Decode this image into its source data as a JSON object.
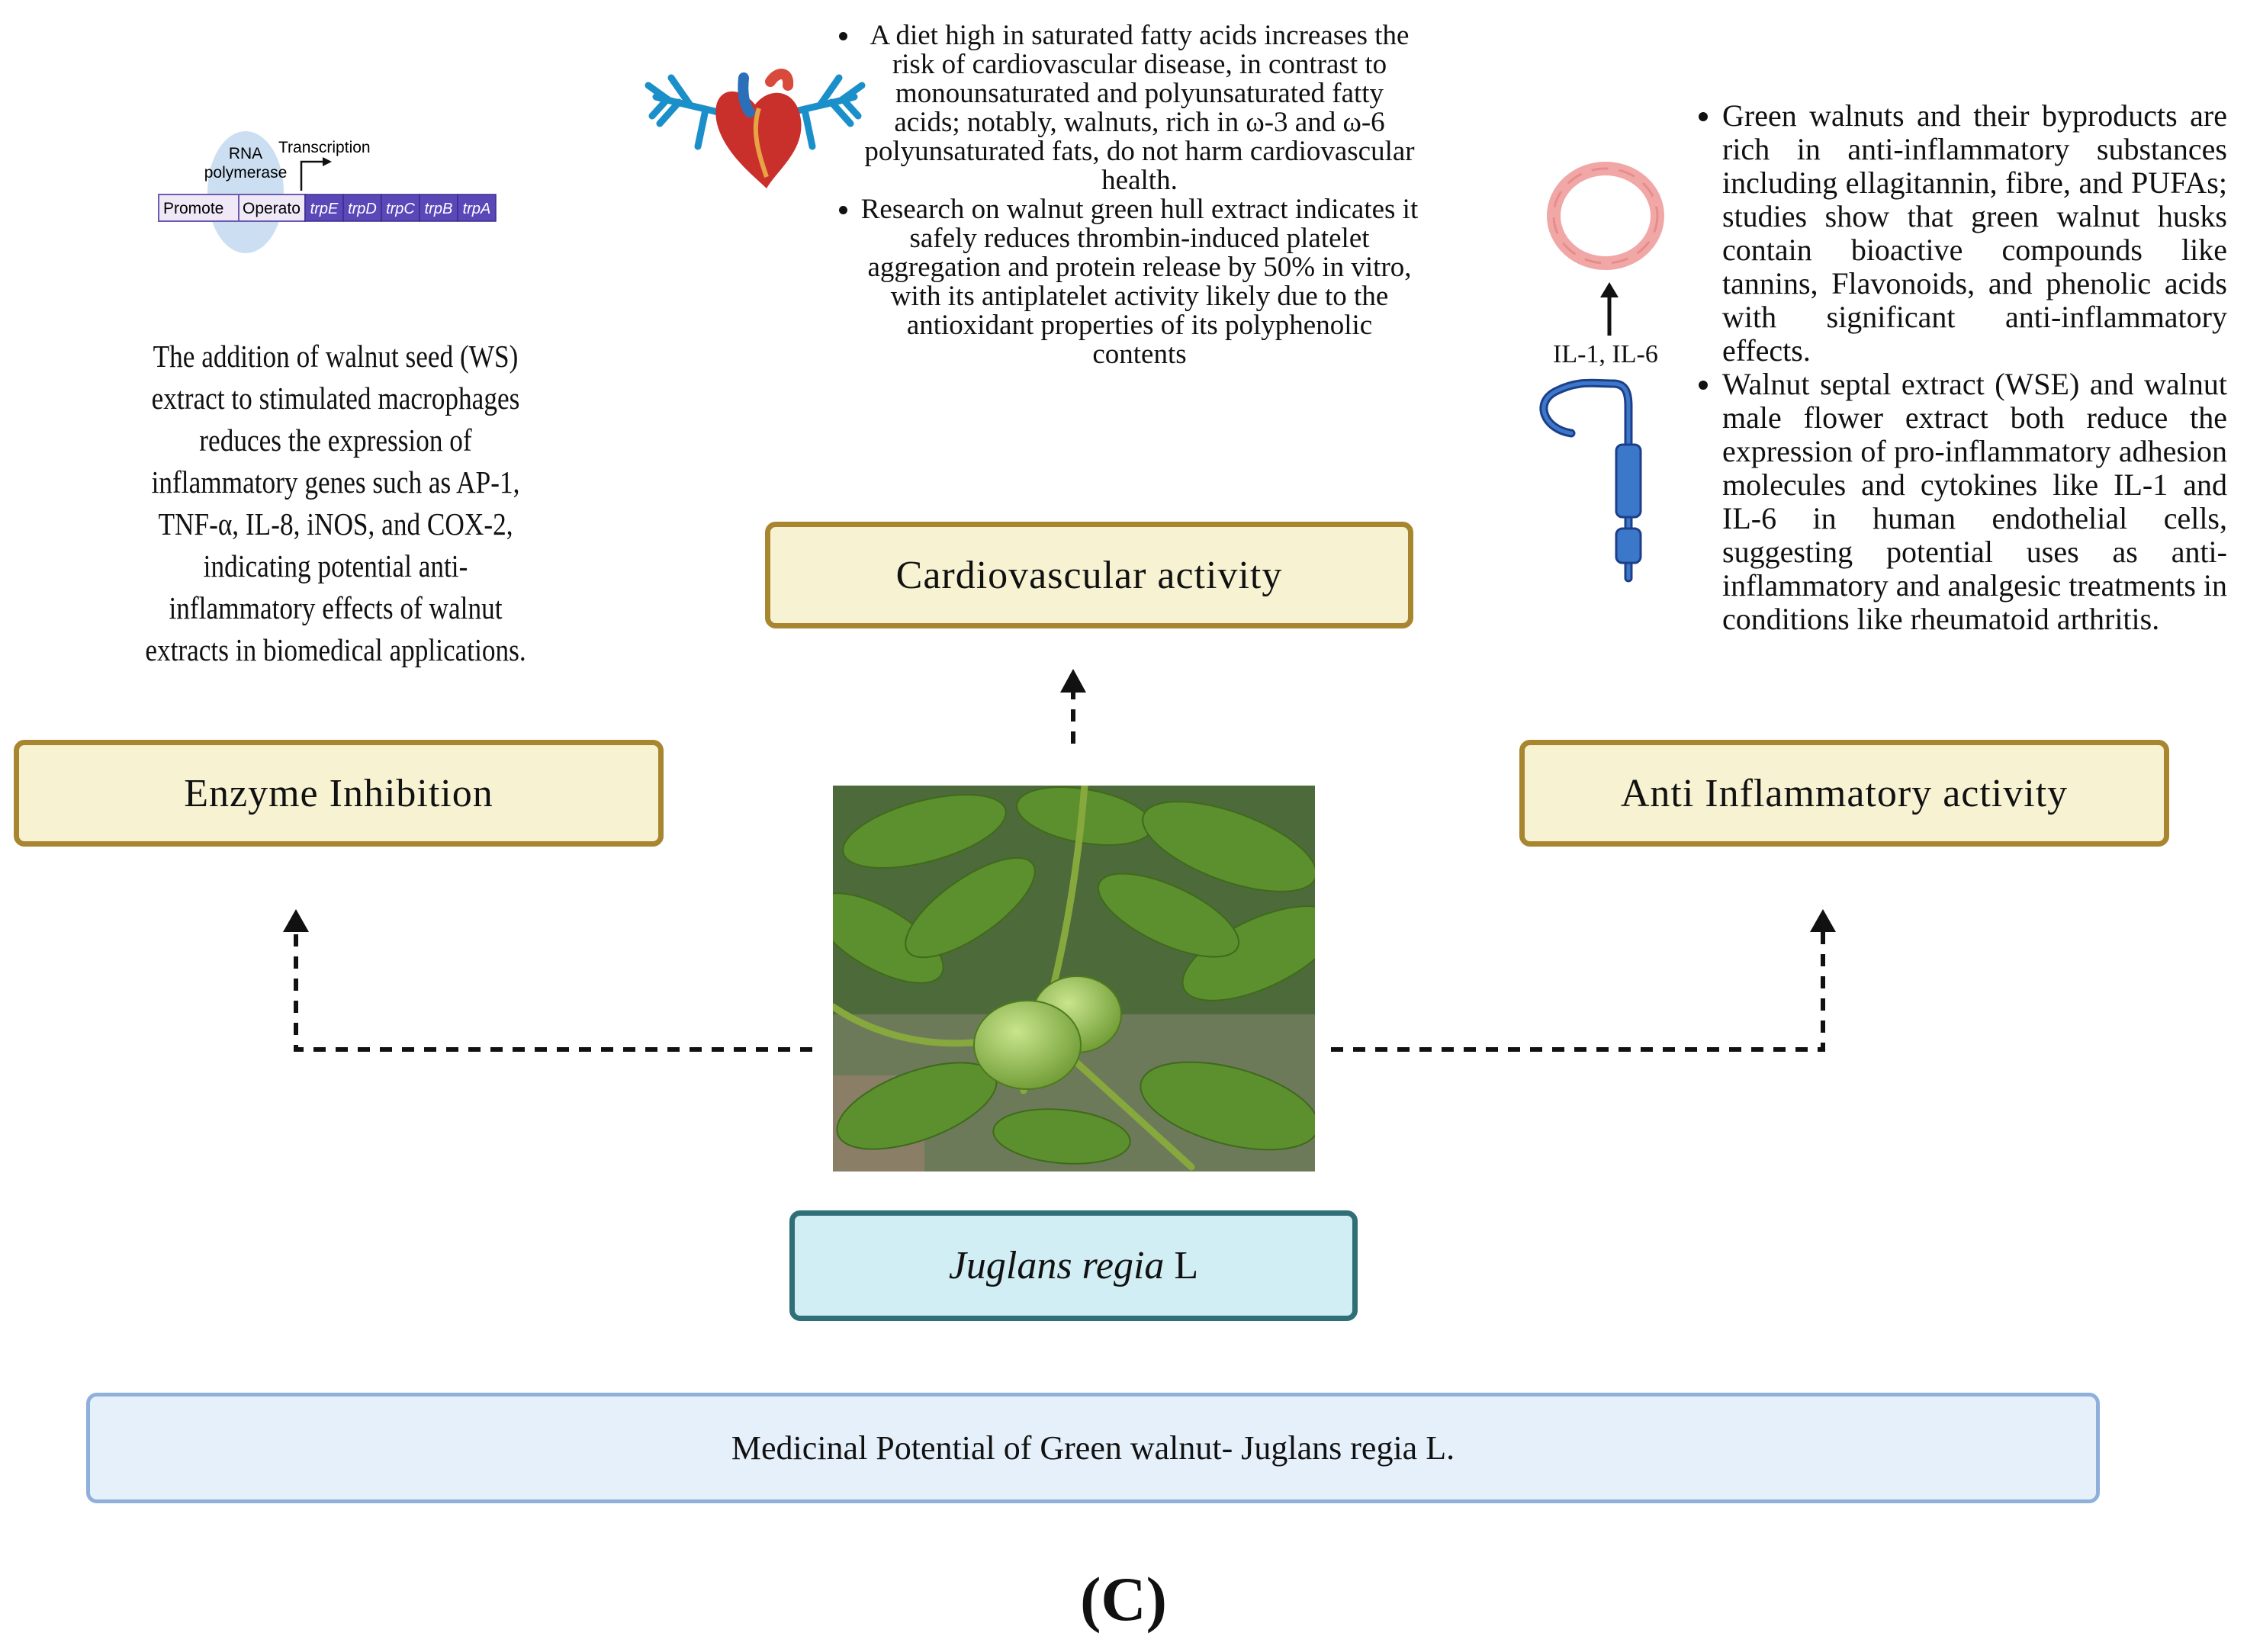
{
  "cardio": {
    "label": "Cardiovascular activity",
    "bullets": [
      "A diet high in saturated fatty acids increases the risk of cardiovascular disease, in contrast to monounsaturated and polyunsaturated fatty acids; notably, walnuts, rich in ω-3 and ω-6 polyunsaturated fats, do not harm cardiovascular health.",
      "Research on walnut green hull extract indicates it safely reduces thrombin-induced platelet aggregation and protein release by 50% in vitro, with its antiplatelet activity likely due to the antioxidant properties of its polyphenolic contents"
    ]
  },
  "antiinflammatory": {
    "label": "Anti Inflammatory activity",
    "bullets": [
      "Green walnuts and their byproducts are rich in anti-inflammatory substances including ellagitannin, fibre, and PUFAs; studies show that green walnut husks contain bioactive compounds like tannins, Flavonoids, and phenolic acids with significant anti-inflammatory effects.",
      "Walnut septal extract (WSE) and walnut male flower extract both reduce the expression of pro-inflammatory adhesion molecules and cytokines like IL-1 and IL-6 in human endothelial cells, suggesting potential uses as anti-inflammatory and analgesic treatments in conditions like rheumatoid arthritis."
    ],
    "cytokine_label": "IL-1, IL-6"
  },
  "enzyme": {
    "label": "Enzyme Inhibition",
    "text": "The addition of walnut seed (WS) extract to stimulated macrophages reduces the expression of inflammatory genes such as AP-1, TNF-α, IL-8, iNOS, and COX-2, indicating potential anti-inflammatory effects of walnut extracts in biomedical applications."
  },
  "operon": {
    "rna_line1": "RNA",
    "rna_line2": "polymerase",
    "transcription": "Transcription",
    "promoter": "Promote",
    "operator": "Operato",
    "genes": [
      "trpE",
      "trpD",
      "trpC",
      "trpB",
      "trpA"
    ]
  },
  "center": {
    "species": "Juglans regia",
    "suffix": " L"
  },
  "banner": "Medicinal Potential of Green walnut- Juglans regia L.",
  "panel_label": "(C)",
  "colors": {
    "box_yellow_fill": "#f6f2d2",
    "box_yellow_border": "#a8862f",
    "box_teal_fill": "#d1eef4",
    "box_teal_border": "#2f7078",
    "banner_fill": "#e6f0fb",
    "banner_border": "#8eb0da"
  }
}
